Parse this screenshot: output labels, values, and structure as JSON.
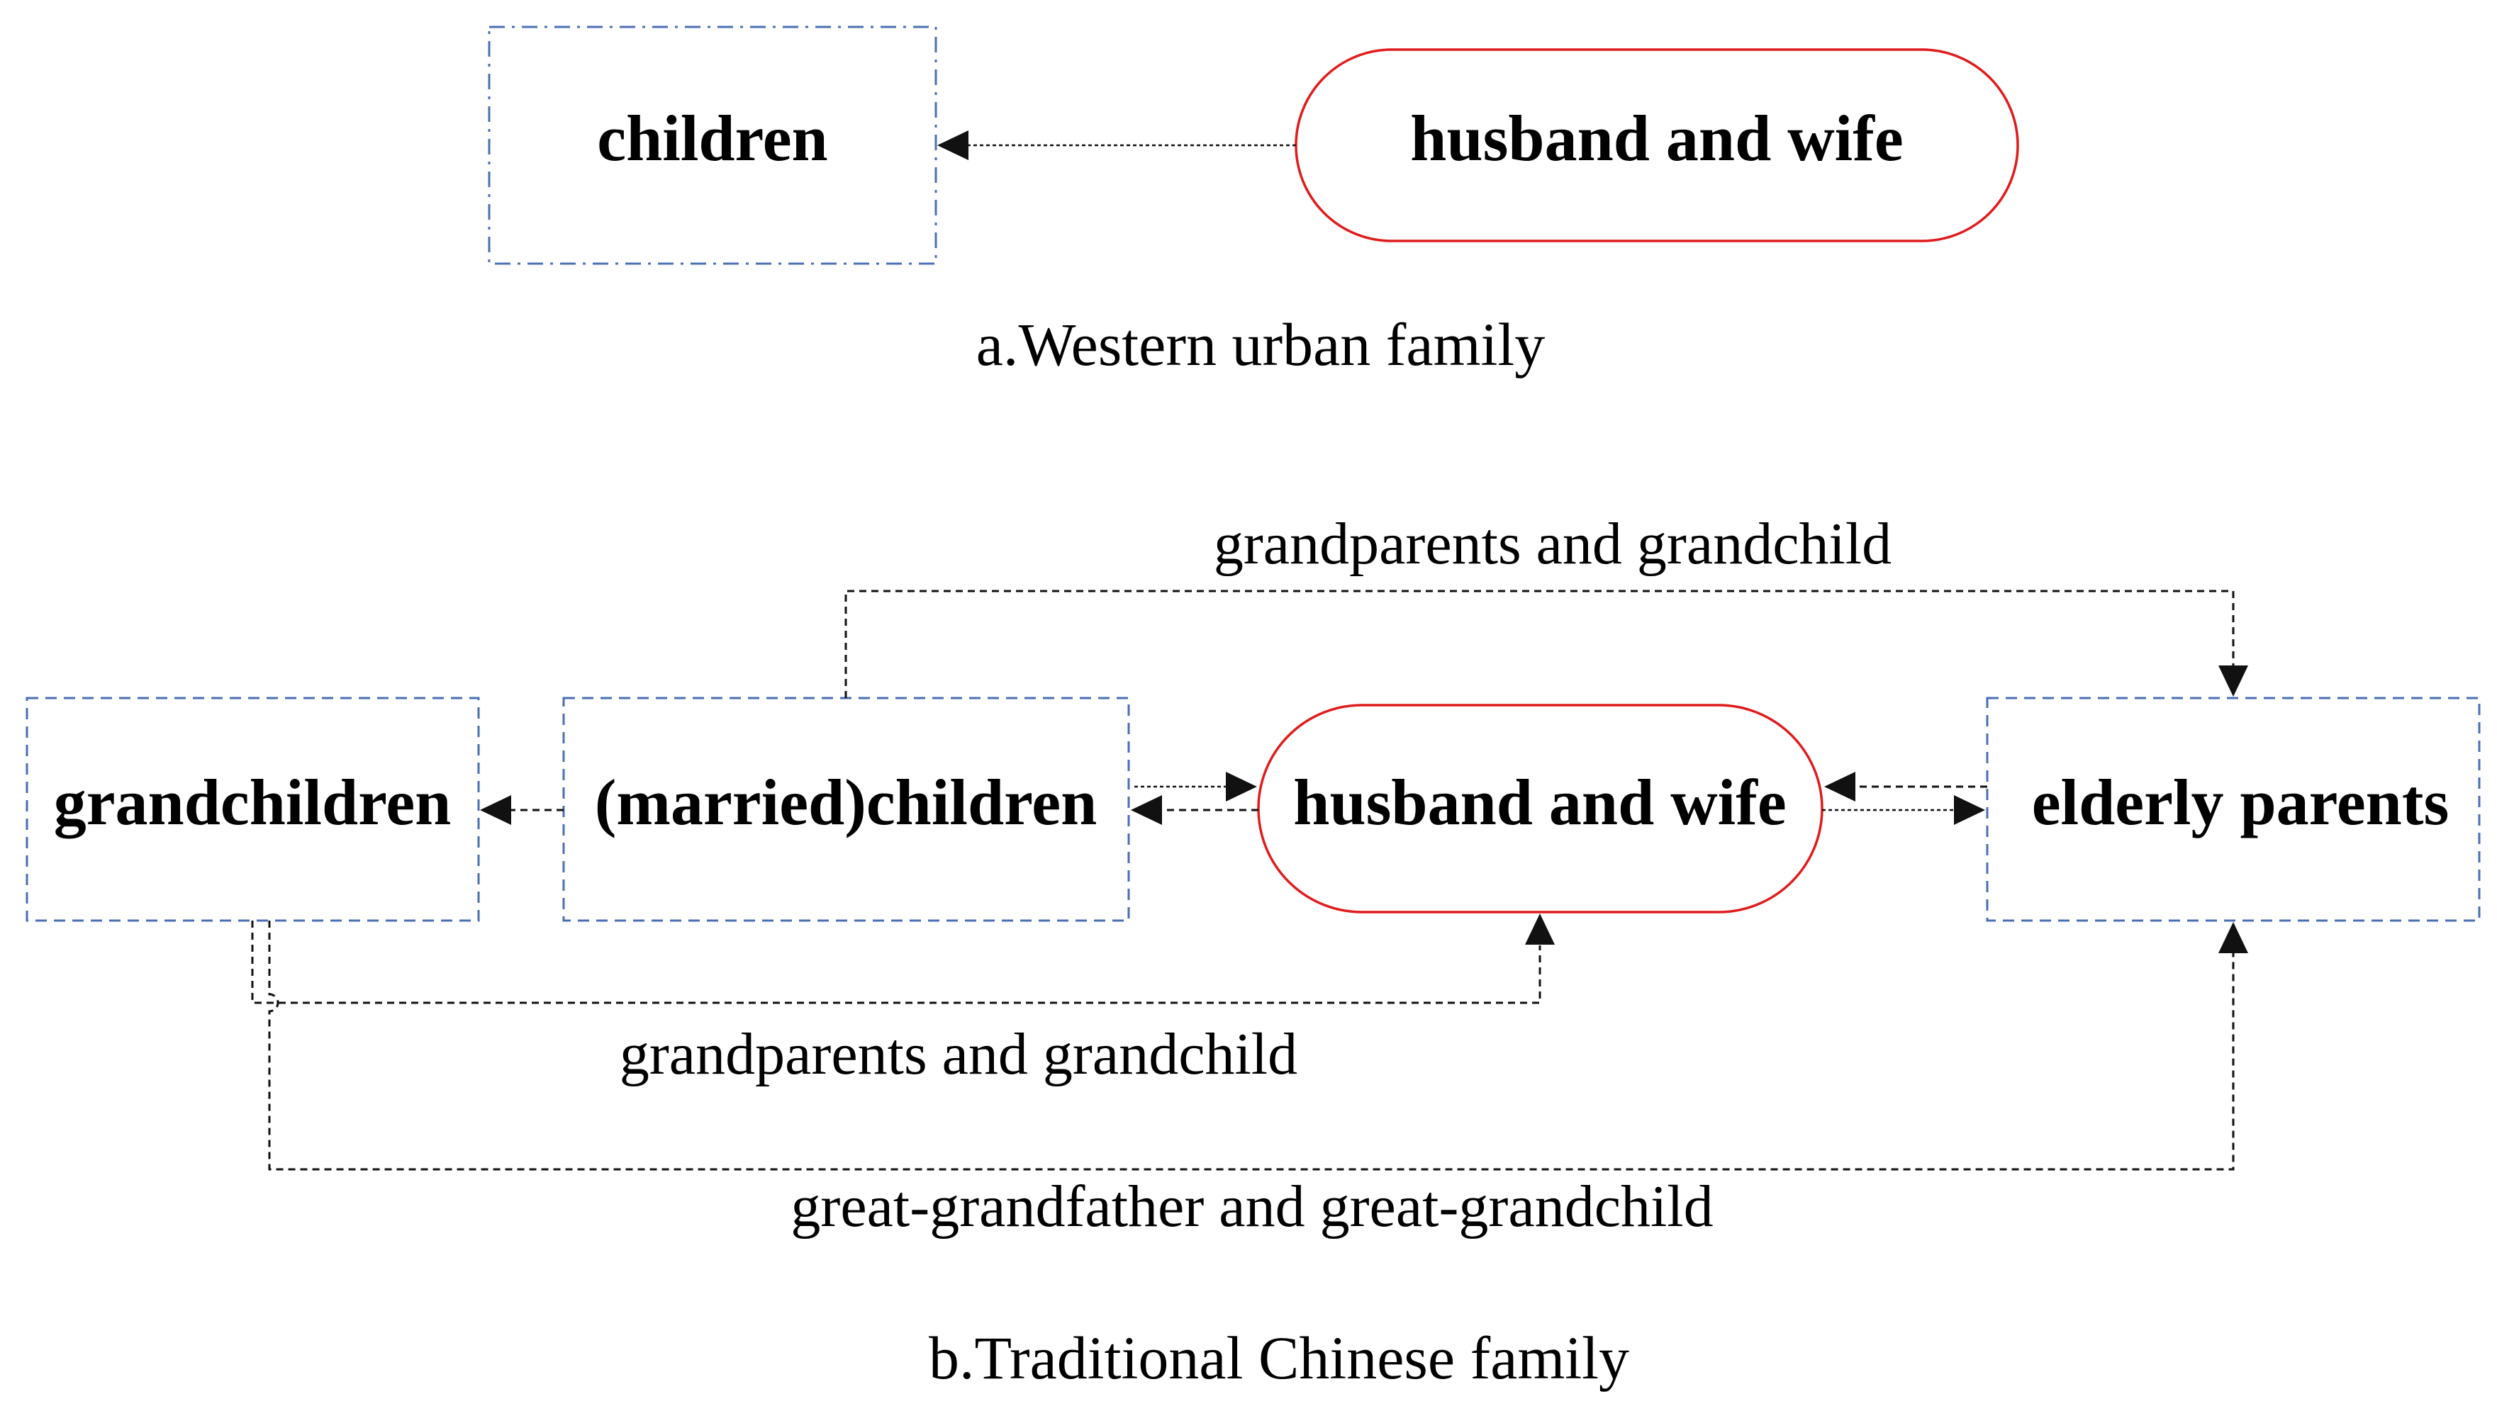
{
  "diagram_a": {
    "nodes": {
      "children": "children",
      "husband_wife": "husband and wife"
    },
    "caption": "a.Western urban family"
  },
  "diagram_b": {
    "nodes": {
      "grandchildren": "grandchildren",
      "married_children": "(married)children",
      "husband_wife": "husband and wife",
      "elderly_parents": "elderly parents"
    },
    "edge_labels": {
      "top": "grandparents and grandchild",
      "middle": "grandparents and grandchild",
      "bottom": "great-grandfather and great-grandchild"
    },
    "caption": "b.Traditional Chinese family"
  },
  "colors": {
    "box_border": "#4a6fb3",
    "pill_border": "#e01b1b",
    "connector": "#111111"
  }
}
